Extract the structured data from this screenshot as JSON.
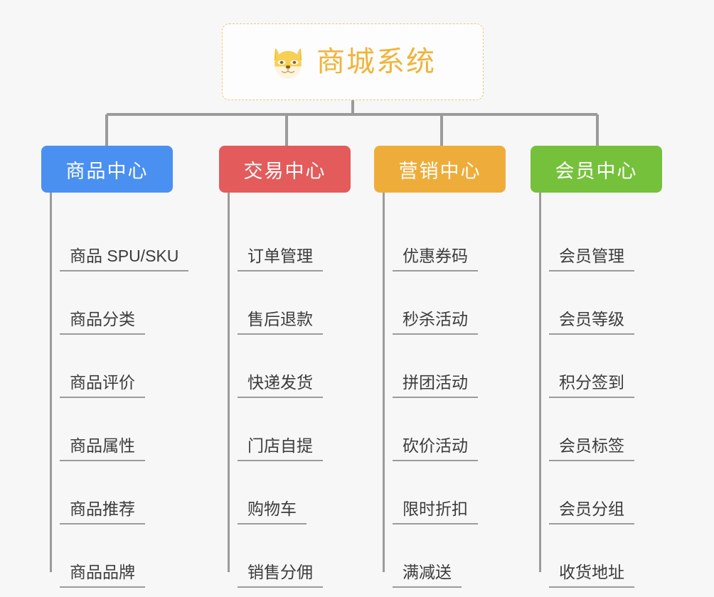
{
  "root": {
    "label": "商城系统",
    "icon": "shiba-dog-icon",
    "border_color": "#eec77a",
    "text_color": "#f0b43c"
  },
  "connector_color": "#9b9b9b",
  "background_color": "#f7f7f7",
  "branches": [
    {
      "label": "商品中心",
      "color": "#4a90f0",
      "children": [
        "商品 SPU/SKU",
        "商品分类",
        "商品评价",
        "商品属性",
        "商品推荐",
        "商品品牌"
      ]
    },
    {
      "label": "交易中心",
      "color": "#e35b5b",
      "children": [
        "订单管理",
        "售后退款",
        "快递发货",
        "门店自提",
        "购物车",
        "销售分佣"
      ]
    },
    {
      "label": "营销中心",
      "color": "#eead3a",
      "children": [
        "优惠券码",
        "秒杀活动",
        "拼团活动",
        "砍价活动",
        "限时折扣",
        "满减送"
      ]
    },
    {
      "label": "会员中心",
      "color": "#76c13c",
      "children": [
        "会员管理",
        "会员等级",
        "积分签到",
        "会员标签",
        "会员分组",
        "收货地址"
      ]
    }
  ]
}
